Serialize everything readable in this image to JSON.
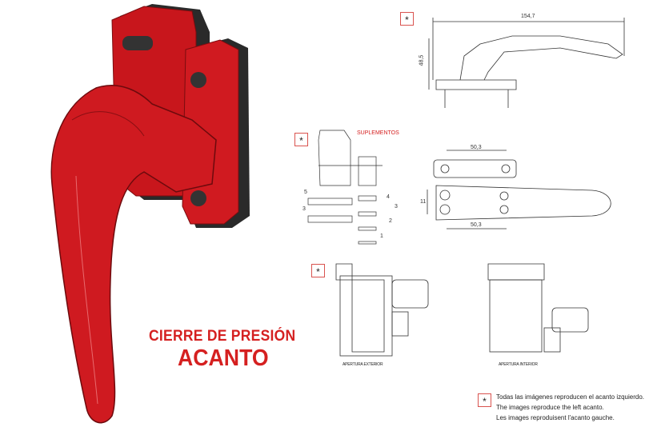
{
  "product": {
    "title_line1": "CIERRE DE PRESIÓN",
    "title_line2": "ACANTO",
    "brand_color": "#d52020"
  },
  "drawings": {
    "marker": "*",
    "side_view": {
      "width_dim": "154,7",
      "height_dim": "48,5"
    },
    "supplements": {
      "label": "SUPLEMENTOS",
      "dims": [
        "5",
        "3",
        "4",
        "3",
        "2",
        "1"
      ]
    },
    "plan_view": {
      "top_dim": "50,3",
      "bottom_dim": "50,3",
      "side_dim": "11"
    },
    "sections": [
      {
        "caption": "APERTURA EXTERIOR"
      },
      {
        "caption": "APERTURA INTERIOR"
      }
    ]
  },
  "notes": [
    "Todas las imágenes reproducen el acanto izquierdo.",
    "The images reproduce the left acanto.",
    "Les images reproduisent l'acanto gauche."
  ]
}
